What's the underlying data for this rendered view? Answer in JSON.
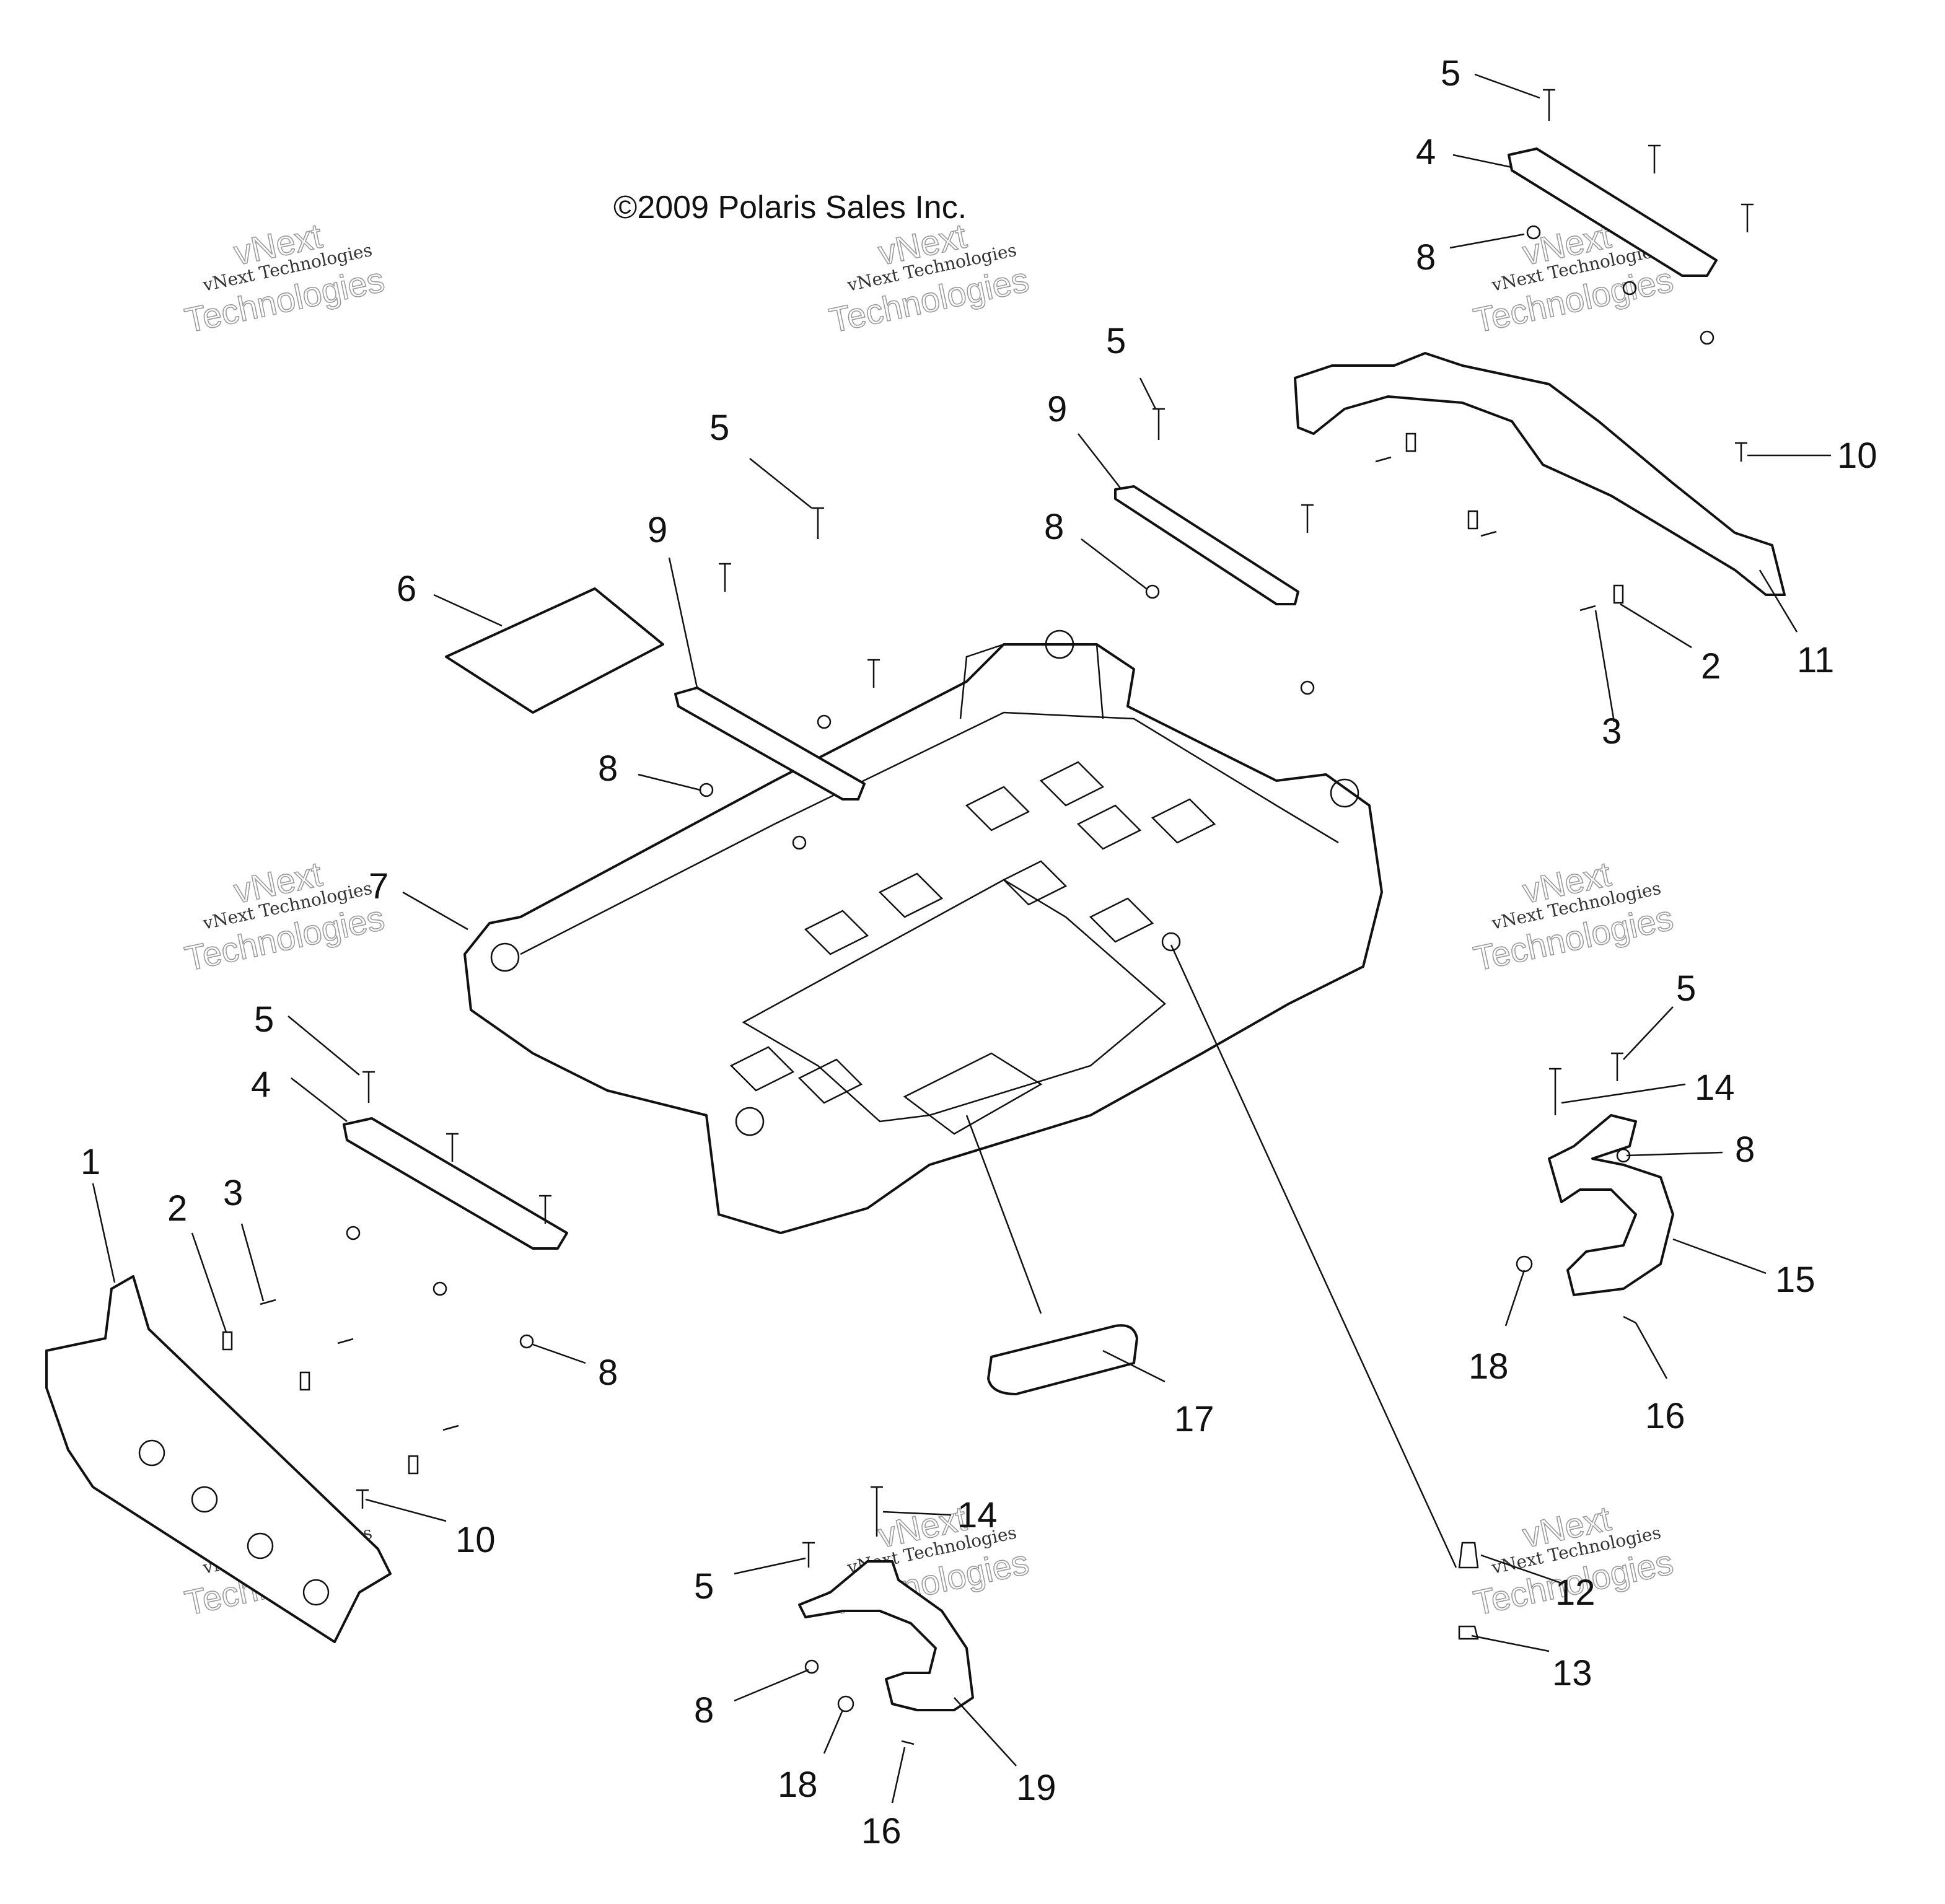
{
  "copyright": "©2009 Polaris Sales Inc.",
  "watermark": {
    "line1": "vNext Technologies",
    "line2_a": "vNext",
    "line2_b": "Technologies"
  },
  "callouts": {
    "c1": "1",
    "c2": "2",
    "c3": "3",
    "c4": "4",
    "c5": "5",
    "c6": "6",
    "c7": "7",
    "c8": "8",
    "c9": "9",
    "c10": "10",
    "c11": "11",
    "c12": "12",
    "c13": "13",
    "c14": "14",
    "c15": "15",
    "c16": "16",
    "c17": "17",
    "c18": "18",
    "c19": "19"
  },
  "colors": {
    "ink": "#111111",
    "watermark": "#9a9a9a",
    "background": "#ffffff"
  }
}
